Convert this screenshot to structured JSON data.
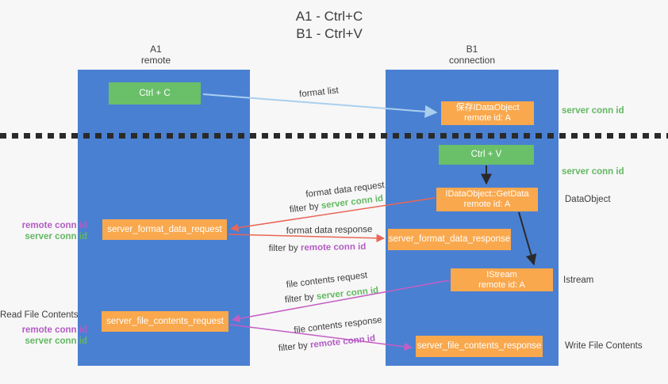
{
  "title": {
    "line1": "A1 - Ctrl+C",
    "line2": "B1 - Ctrl+V"
  },
  "lanes": {
    "left": {
      "name": "A1",
      "role": "remote"
    },
    "right": {
      "name": "B1",
      "role": "connection"
    }
  },
  "nodes": {
    "ctrl_c": "Ctrl + C",
    "ctrl_v": "Ctrl + V",
    "save_dataobject": {
      "line1": "保存IDataObject",
      "line2": "remote id: A"
    },
    "getdata": {
      "line1": "IDataObject::GetData",
      "line2": "remote id: A"
    },
    "istream": {
      "line1": "IStream",
      "line2": "remote id: A"
    },
    "server_format_data_request": "server_format_data_request",
    "server_format_data_response": "server_format_data_response",
    "server_file_contents_request": "server_file_contents_request",
    "server_file_contents_response": "server_file_contents_response"
  },
  "edge_labels": {
    "format_list": "format list",
    "format_data_request": "format data request",
    "format_data_request_filter": {
      "prefix": "filter by ",
      "key": "server conn id"
    },
    "format_data_response": "format data response",
    "format_data_response_filter": {
      "prefix": "filter by ",
      "key": "remote conn id"
    },
    "file_contents_request": "file contents request",
    "file_contents_request_filter": {
      "prefix": "filter by ",
      "key": "server conn id"
    },
    "file_contents_response": "file contents response",
    "file_contents_response_filter": {
      "prefix": "filter by ",
      "key": "remote conn id"
    }
  },
  "annotations": {
    "right": [
      {
        "text": "server conn id"
      },
      {
        "text": "server conn id"
      },
      {
        "text": "DataObject"
      },
      {
        "text": "Istream"
      },
      {
        "text": "Write File Contents"
      }
    ],
    "left": [
      {
        "text": "remote conn id"
      },
      {
        "text": "server conn id"
      },
      {
        "text": "Read File Contents"
      },
      {
        "text": "remote conn id"
      },
      {
        "text": "server conn id"
      }
    ]
  },
  "colors": {
    "background": "#f7f7f7",
    "lane_blue": "#4a80d2",
    "node_green": "#6abf69",
    "node_orange": "#f9a84d",
    "arrow_blue": "#a9cfef",
    "arrow_red": "#e96656",
    "arrow_purple": "#c45ec4",
    "arrow_black": "#2a2a2a",
    "text_dark": "#3d3d3d",
    "conn_green": "#63b863",
    "conn_purple": "#b35cc4"
  }
}
